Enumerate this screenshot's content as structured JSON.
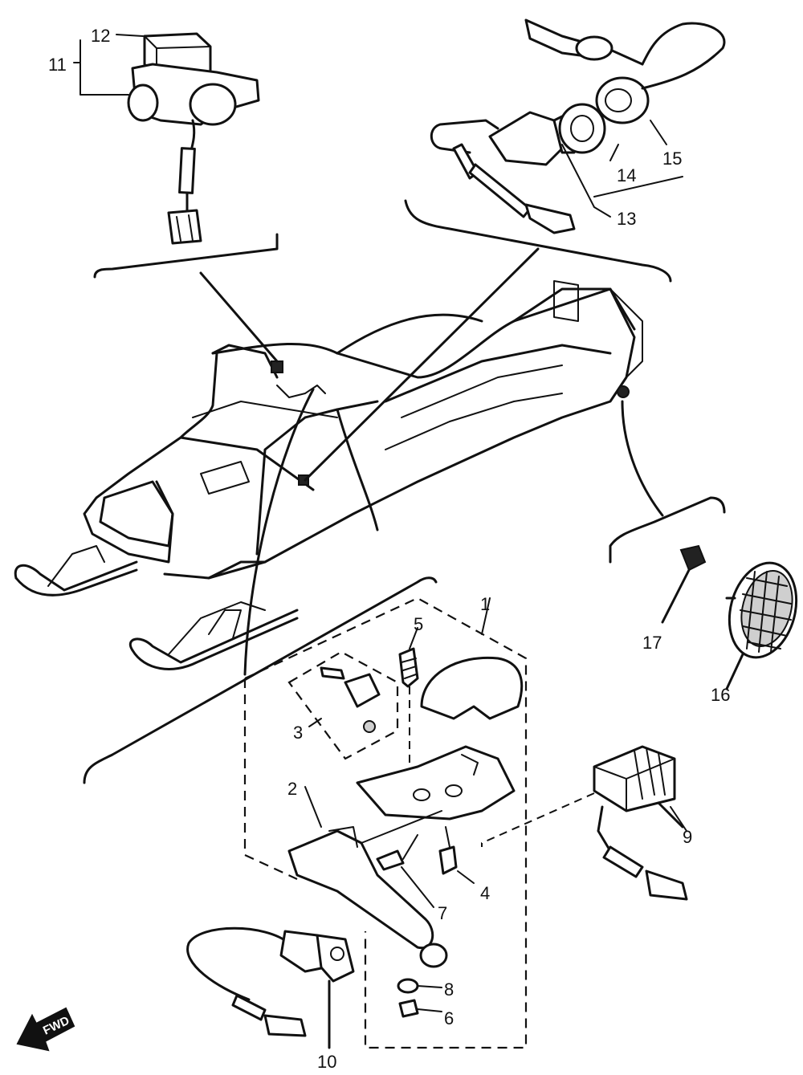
{
  "callouts": [
    {
      "id": "1",
      "text": "1"
    },
    {
      "id": "2",
      "text": "2"
    },
    {
      "id": "3",
      "text": "3"
    },
    {
      "id": "4",
      "text": "4"
    },
    {
      "id": "5",
      "text": "5"
    },
    {
      "id": "6",
      "text": "6"
    },
    {
      "id": "7",
      "text": "7"
    },
    {
      "id": "8",
      "text": "8"
    },
    {
      "id": "9",
      "text": "9"
    },
    {
      "id": "10",
      "text": "10"
    },
    {
      "id": "11",
      "text": "11"
    },
    {
      "id": "12",
      "text": "12"
    },
    {
      "id": "13",
      "text": "13"
    },
    {
      "id": "14",
      "text": "14"
    },
    {
      "id": "15",
      "text": "15"
    },
    {
      "id": "16",
      "text": "16"
    },
    {
      "id": "17",
      "text": "17"
    }
  ],
  "direction_arrow": {
    "text": "FWD",
    "icon": "forward-arrow-icon"
  }
}
